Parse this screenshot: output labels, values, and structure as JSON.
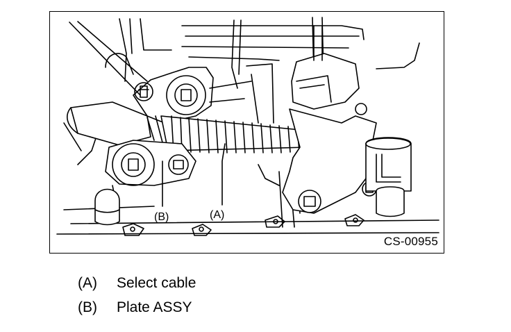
{
  "figure": {
    "callouts": {
      "a": "(A)",
      "b": "(B)"
    },
    "code": "CS-00955"
  },
  "legend": [
    {
      "key": "(A)",
      "text": "Select cable"
    },
    {
      "key": "(B)",
      "text": "Plate ASSY"
    }
  ]
}
